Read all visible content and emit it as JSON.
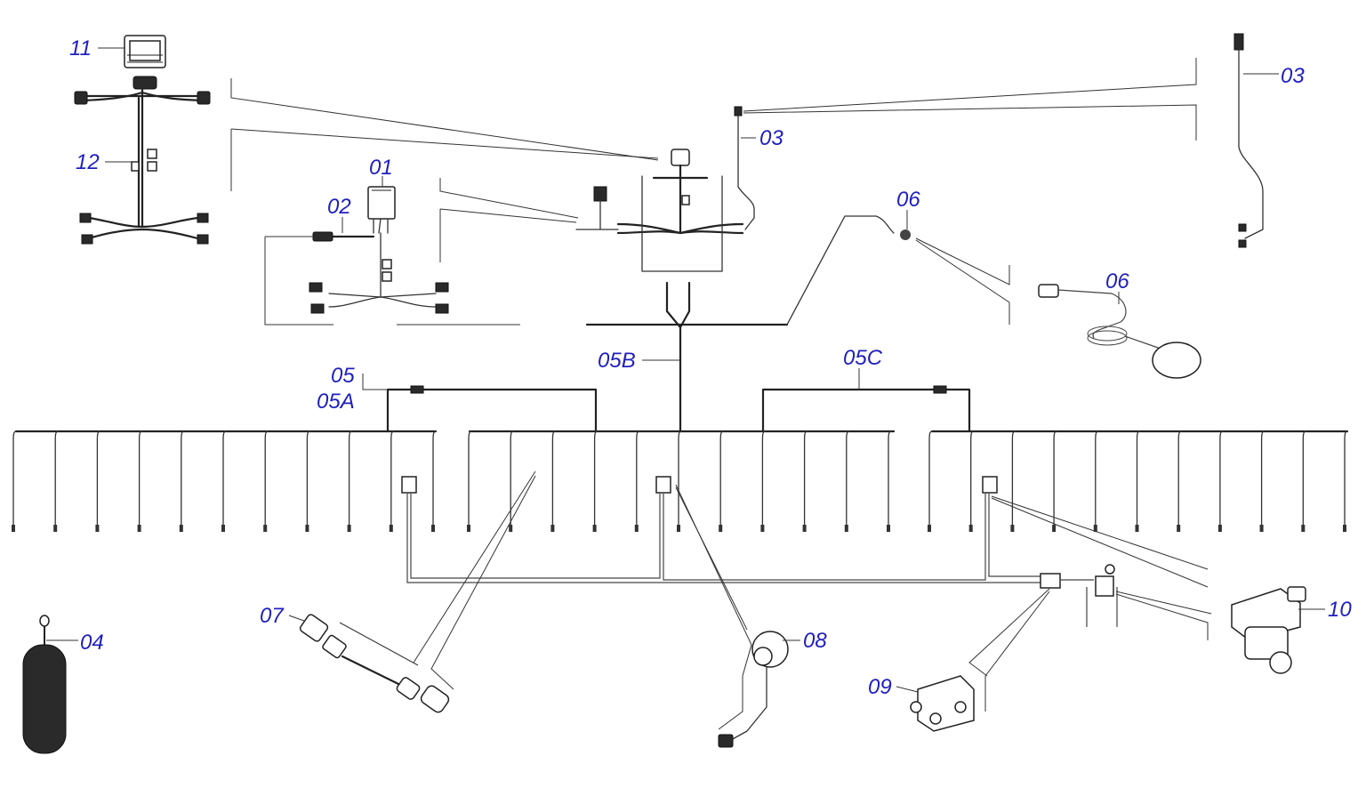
{
  "labels": {
    "p01": "01",
    "p02": "02",
    "p03a": "03",
    "p03b": "03",
    "p04": "04",
    "p05": "05",
    "p05a": "05A",
    "p05b": "05B",
    "p05c": "05C",
    "p06a": "06",
    "p06b": "06",
    "p07": "07",
    "p08": "08",
    "p09": "09",
    "p10": "10",
    "p11": "11",
    "p12": "12"
  },
  "colors": {
    "label": "#1f1fbf",
    "line": "#222222"
  }
}
